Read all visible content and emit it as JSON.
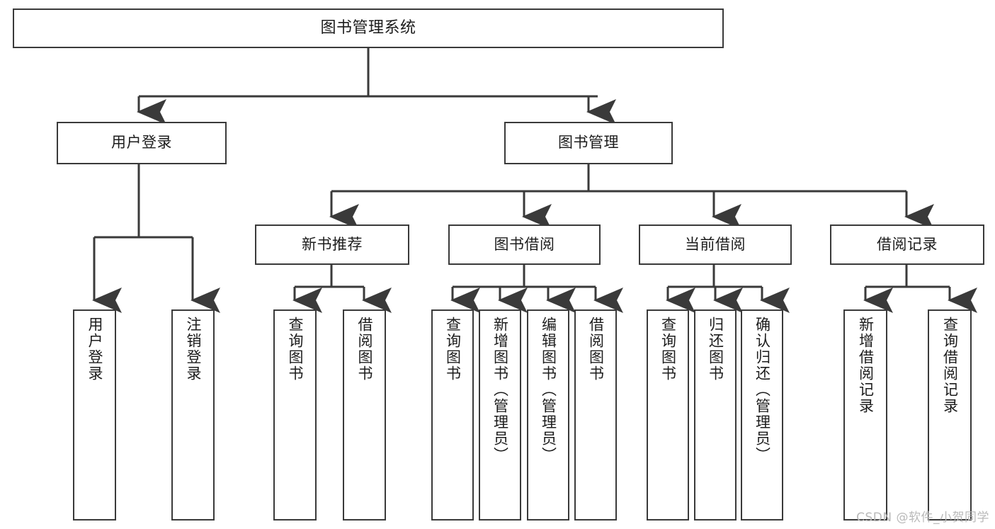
{
  "diagram": {
    "title": "图书管理系统",
    "root": {
      "label": "图书管理系统"
    },
    "level1": [
      {
        "label": "用户登录"
      },
      {
        "label": "图书管理"
      }
    ],
    "level2": [
      {
        "label": "新书推荐"
      },
      {
        "label": "图书借阅"
      },
      {
        "label": "当前借阅"
      },
      {
        "label": "借阅记录"
      }
    ],
    "leaves": {
      "user_login": [
        {
          "label": "用户登录"
        },
        {
          "label": "注销登录"
        }
      ],
      "new_book_recommend": [
        {
          "label": "查询图书"
        },
        {
          "label": "借阅图书"
        }
      ],
      "book_borrow": [
        {
          "label": "查询图书"
        },
        {
          "label": "新增图书（管理员）"
        },
        {
          "label": "编辑图书（管理员）"
        },
        {
          "label": "借阅图书"
        }
      ],
      "current_borrow": [
        {
          "label": "查询图书"
        },
        {
          "label": "归还图书"
        },
        {
          "label": "确认归还（管理员）"
        }
      ],
      "borrow_record": [
        {
          "label": "新增借阅记录"
        },
        {
          "label": "查询借阅记录"
        }
      ]
    }
  },
  "watermark": {
    "text": "CSDN @软件_小贺同学"
  },
  "colors": {
    "stroke": "#3a3a3a",
    "fill": "#ffffff",
    "text": "#1c1c1c",
    "watermark": "#b9b9b9"
  }
}
